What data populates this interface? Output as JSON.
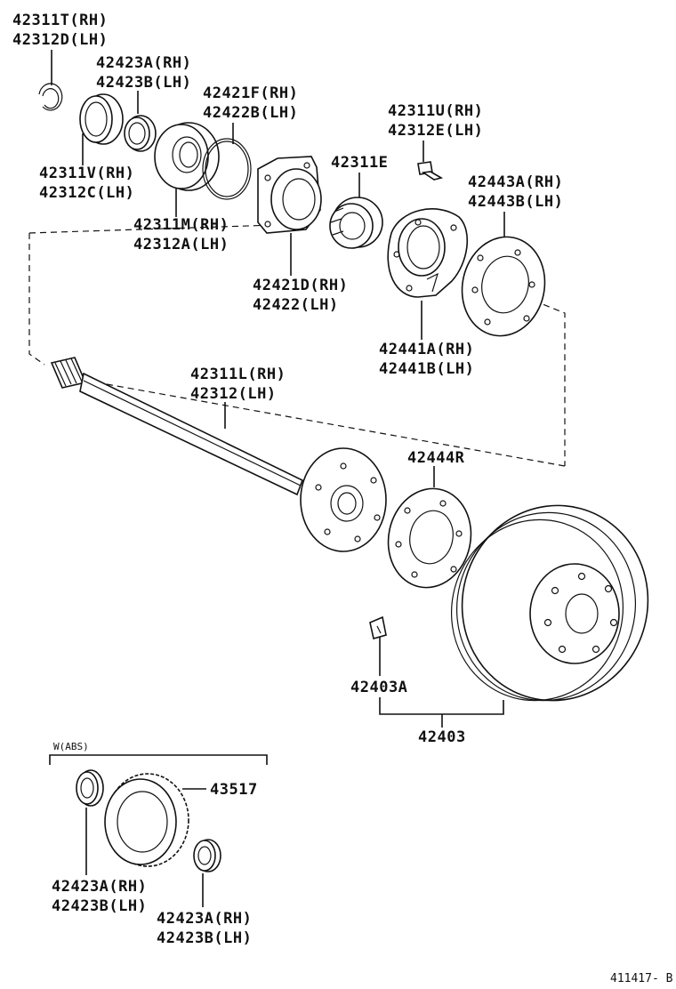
{
  "labels": {
    "l01": "42311T(RH)",
    "l02": "42312D(LH)",
    "l03": "42423A(RH)",
    "l04": "42423B(LH)",
    "l05": "42421F(RH)",
    "l06": "42422B(LH)",
    "l07": "42311V(RH)",
    "l08": "42312C(LH)",
    "l09": "42311M(RH)",
    "l10": "42312A(LH)",
    "l11": "42311E",
    "l12": "42311U(RH)",
    "l13": "42312E(LH)",
    "l14": "42443A(RH)",
    "l15": "42443B(LH)",
    "l16": "42421D(RH)",
    "l17": "42422(LH)",
    "l18": "42441A(RH)",
    "l19": "42441B(LH)",
    "l20": "42311L(RH)",
    "l21": "42312(LH)",
    "l22": "42444R",
    "l23": "42403A",
    "l24": "42403",
    "l25": "W(ABS)",
    "l26": "43517",
    "l27": "42423A(RH)",
    "l28": "42423B(LH)",
    "l29": "42423A(RH)",
    "l30": "42423B(LH)",
    "ref": "411417- B"
  },
  "parts": {
    "snap_ring": "snap-ring",
    "oil_seal": "oil-seal",
    "bearing_small": "bearing",
    "bearing_case": "bearing-case",
    "o_ring": "o-ring",
    "retainer": "retainer",
    "bearing_inner": "bearing-inner-race",
    "hub_bolt": "hub-bolt",
    "brake_plate": "brake-backing-plate",
    "gasket": "gasket",
    "axle_shaft": "rear-axle-shaft",
    "drum_gasket": "drum-gasket",
    "clip": "clip",
    "brake_drum": "brake-drum",
    "abs_seal": "abs-oil-seal",
    "abs_rotor": "abs-sensor-rotor",
    "abs_bearing": "abs-bearing"
  }
}
